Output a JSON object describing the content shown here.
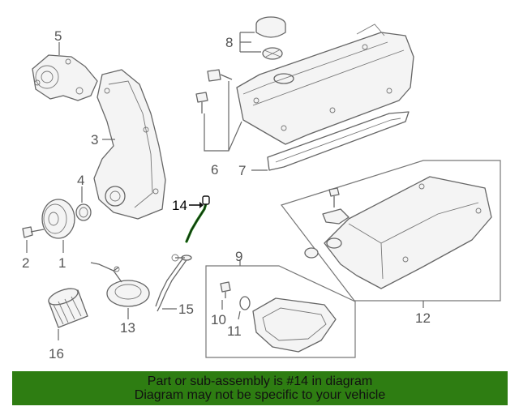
{
  "callouts": {
    "c1": "1",
    "c2": "2",
    "c3": "3",
    "c4": "4",
    "c5": "5",
    "c6": "6",
    "c7": "7",
    "c8": "8",
    "c9": "9",
    "c10": "10",
    "c11": "11",
    "c12": "12",
    "c13": "13",
    "c14": "14",
    "c15": "15",
    "c16": "16"
  },
  "highlighted_part": "14",
  "colors": {
    "highlight_stroke": "#1a7a12",
    "banner_bg": "#2e7d12"
  },
  "banner": {
    "line1": "Part or sub-assembly is #14 in diagram",
    "line2": "Diagram may not be specific to your vehicle"
  }
}
